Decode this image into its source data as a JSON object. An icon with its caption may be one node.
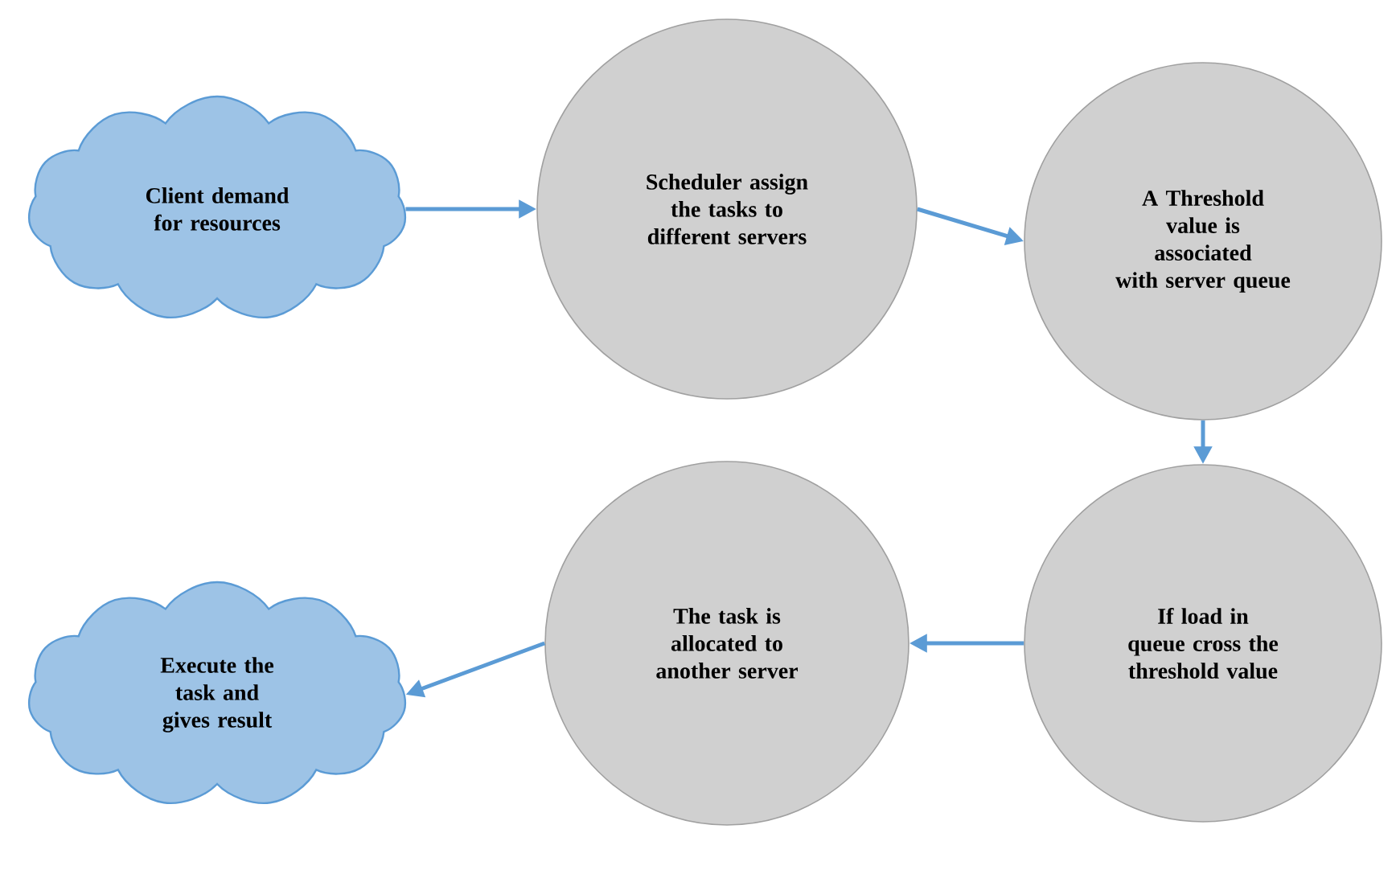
{
  "diagram": {
    "nodes": [
      {
        "text": [
          "Client demand for resources"
        ]
      },
      {
        "text": [
          "Scheduler assign the tasks to different servers"
        ]
      },
      {
        "text": [
          "A Threshold value is associated with server queue"
        ]
      },
      {
        "text": [
          "If load in queue cross the threshold value"
        ]
      },
      {
        "text": [
          "The task is allocated to another server"
        ]
      },
      {
        "text": [
          "Execute the task and gives result"
        ]
      }
    ],
    "edges": [
      {
        "from": 0,
        "to": 1,
        "arrow": "to"
      },
      {
        "from": 1,
        "to": 2,
        "arrow": "to"
      },
      {
        "from": 2,
        "to": 3,
        "arrow": "to"
      },
      {
        "from": 3,
        "to": 4,
        "arrow": "to"
      },
      {
        "from": 4,
        "to": 5,
        "arrow": "to"
      }
    ]
  }
}
